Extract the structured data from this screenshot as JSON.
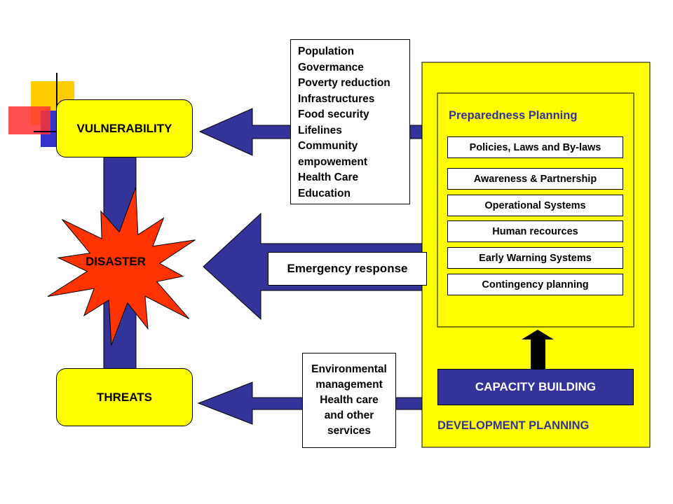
{
  "colors": {
    "arrow": "#333399",
    "yellow": "#ffff00",
    "burst": "#ff3300",
    "capacity_box": "#333399"
  },
  "nodes": {
    "vulnerability": "VULNERABILITY",
    "disaster": "DISASTER",
    "threats": "THREATS"
  },
  "vulnerability_factors": [
    "Population",
    "Govermance",
    "Poverty reduction",
    "Infrastructures",
    "Food security",
    "Lifelines",
    "Community",
    "empowement",
    "Health Care",
    "Education"
  ],
  "emergency_response": "Emergency response",
  "threat_measures": [
    "Environmental",
    "management",
    "Health care",
    "and other",
    "services"
  ],
  "preparedness": {
    "title": "Preparedness Planning",
    "items": [
      "Policies, Laws and By-laws",
      "Awareness & Partnership",
      "Operational Systems",
      "Human recources",
      "Early Warning Systems",
      "Contingency planning"
    ]
  },
  "capacity_building": "CAPACITY BUILDING",
  "development_planning": "DEVELOPMENT PLANNING"
}
